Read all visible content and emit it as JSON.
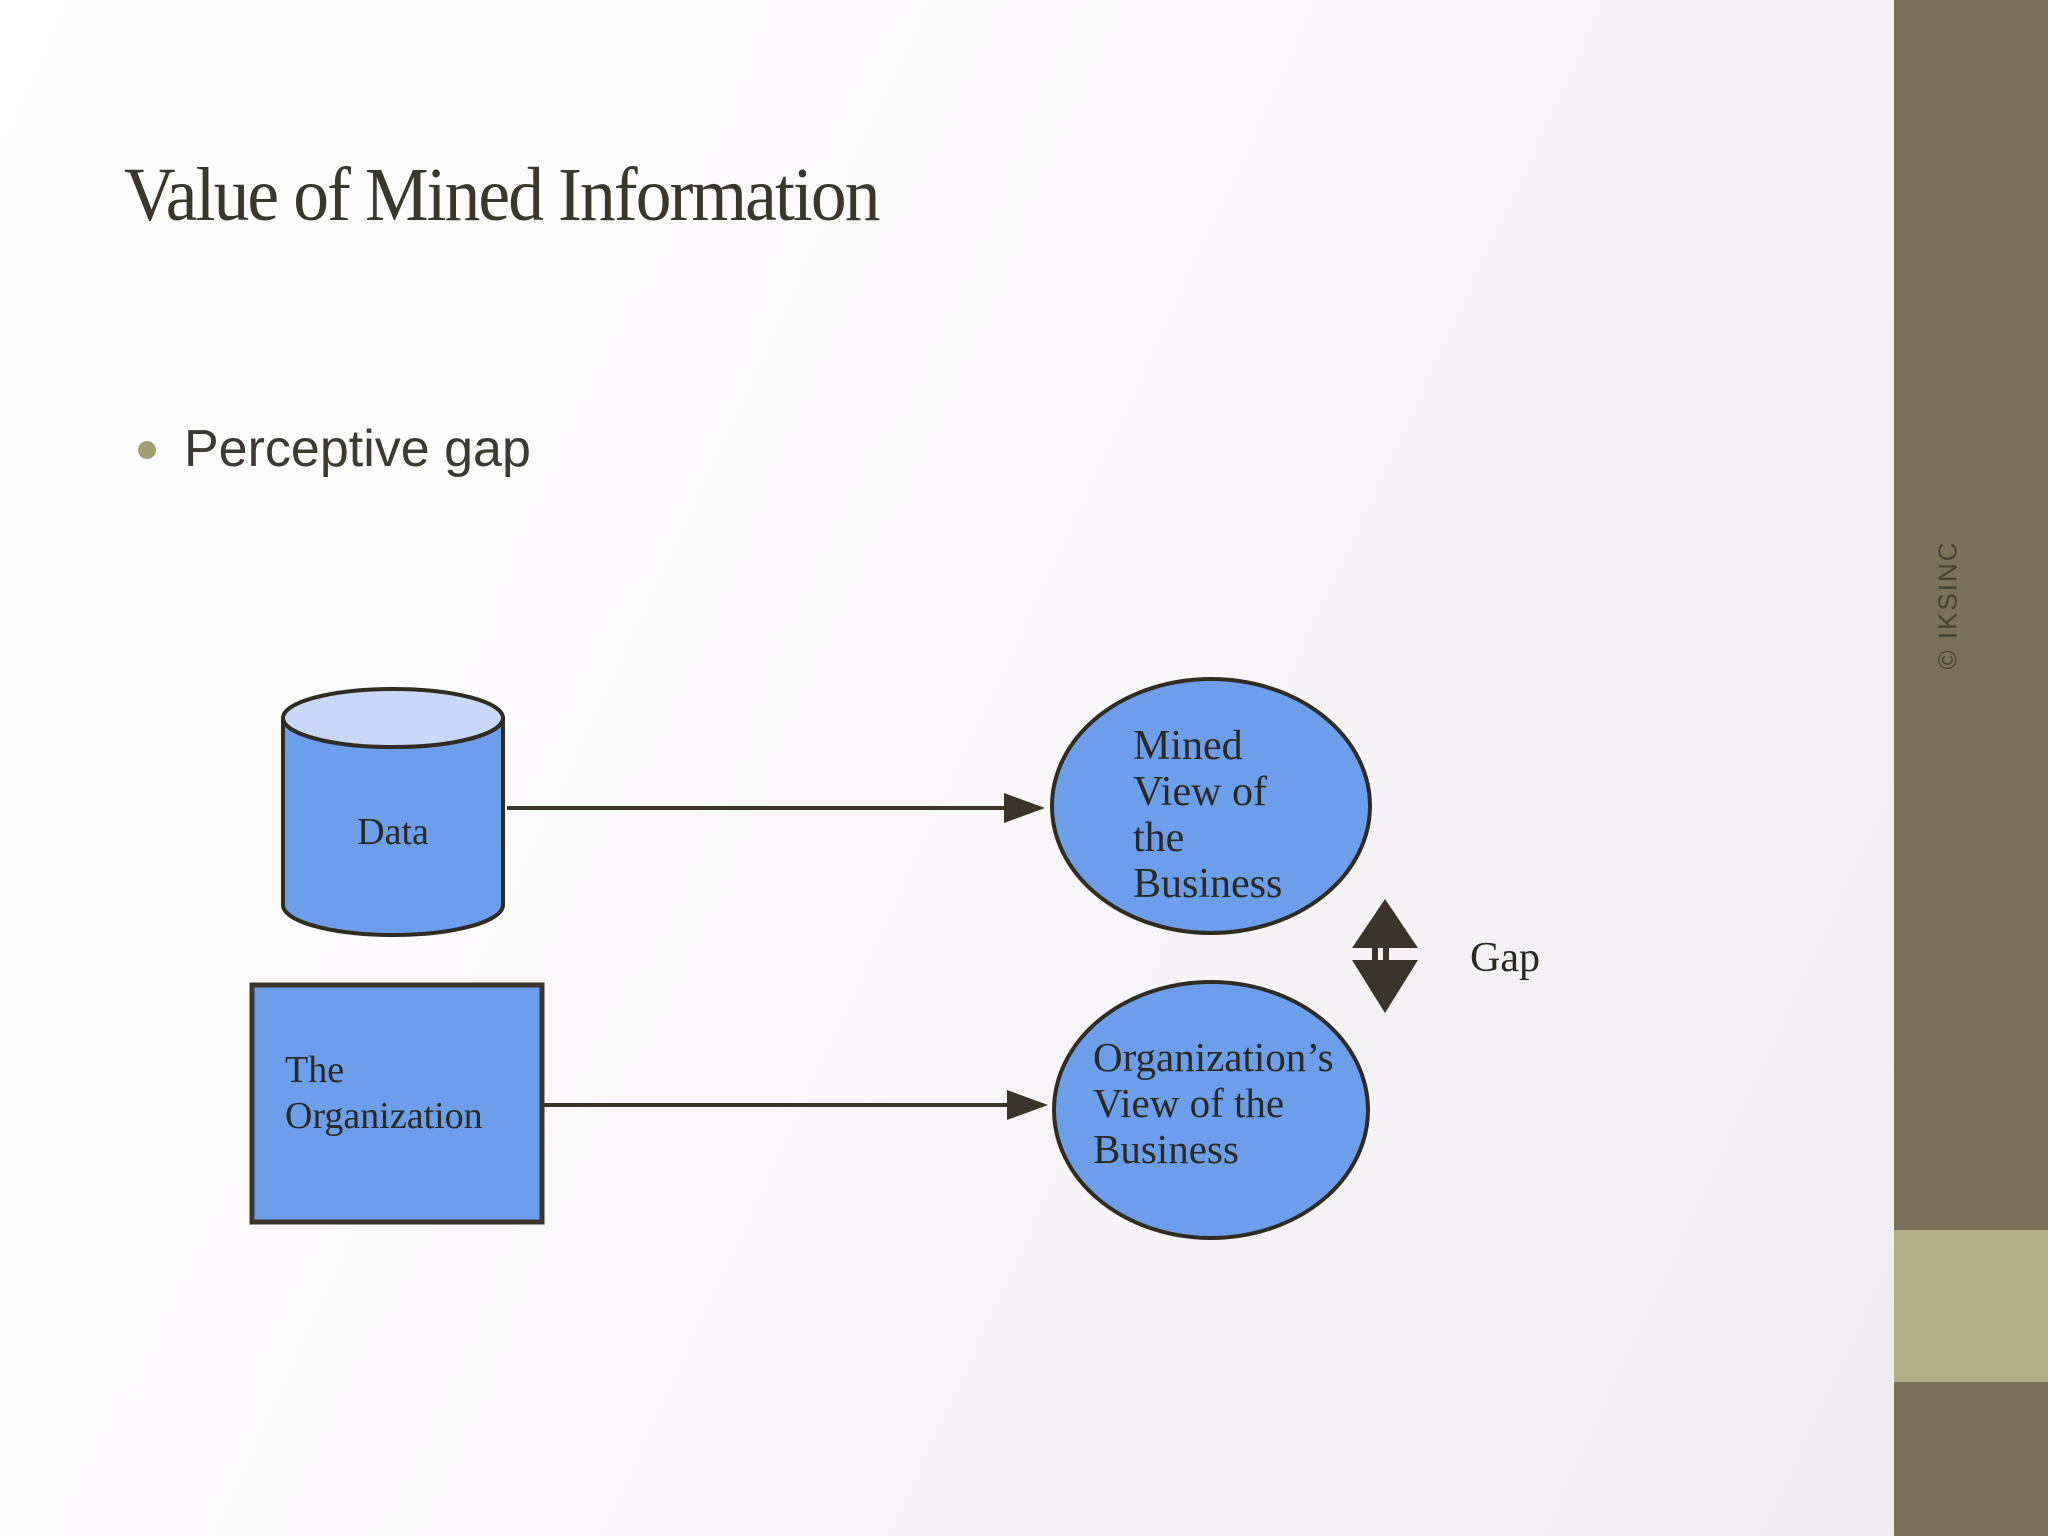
{
  "slide": {
    "title": "Value of Mined Information",
    "bullet": "Perceptive gap",
    "copyright": "© IKSINC"
  },
  "diagram": {
    "data_cylinder": {
      "label": "Data"
    },
    "organization_box": {
      "label_lines": [
        "The",
        "Organization"
      ]
    },
    "mined_view_ellipse": {
      "label_lines": [
        "Mined",
        "View of",
        "the",
        "Business"
      ]
    },
    "org_view_ellipse": {
      "label_lines": [
        "Organization’s",
        "View of the",
        "Business"
      ]
    },
    "gap_label": "Gap"
  },
  "colors": {
    "shape_fill_blue": "#6d9eeb",
    "cylinder_top_blue": "#c7d8f8",
    "shape_outline": "#2f2c22",
    "arrow_color": "#3a342a",
    "sidebar_olive": "#7a7158",
    "accent_square_khaki": "#b4ad8a",
    "bullet_dot_khaki": "#a49e73",
    "title_text": "#3a372c"
  }
}
